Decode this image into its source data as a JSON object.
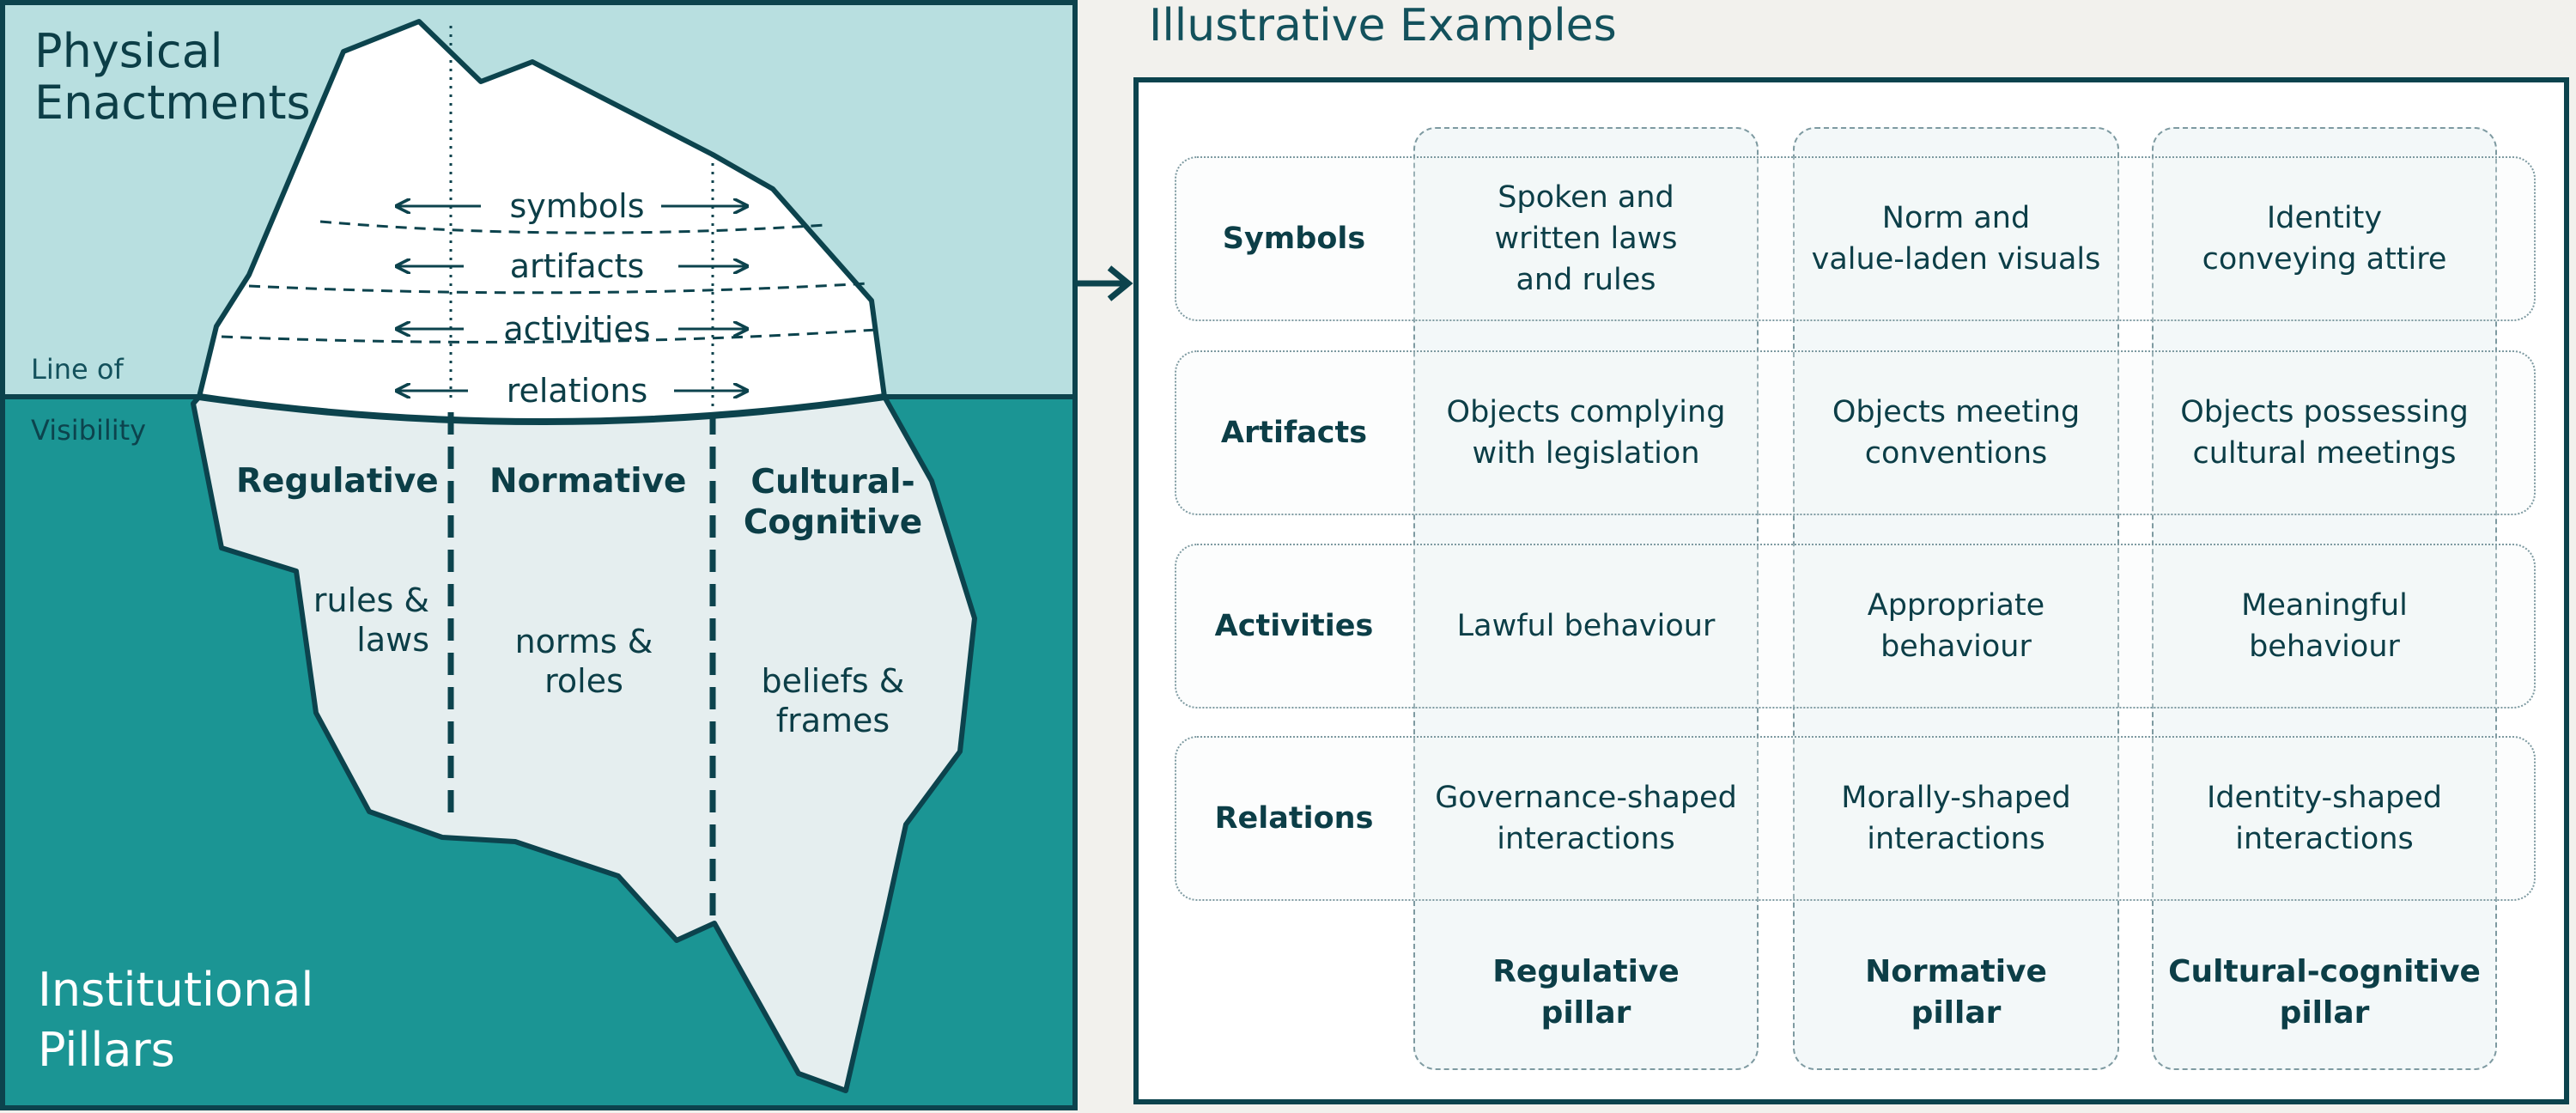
{
  "iceberg": {
    "top_label": "Physical\nEnactments",
    "line_label_1": "Line of",
    "line_label_2": "Visibility",
    "bottom_label": "Institutional\nPillars",
    "layers": [
      "symbols",
      "artifacts",
      "activities",
      "relations"
    ],
    "pillars": [
      {
        "name": "Regulative",
        "desc": "rules &\nlaws"
      },
      {
        "name": "Normative",
        "desc": "norms &\nroles"
      },
      {
        "name": "Cultural-\nCognitive",
        "desc": "beliefs &\nframes"
      }
    ]
  },
  "examples": {
    "title": "Illustrative Examples",
    "rows": [
      {
        "label": "Symbols",
        "cells": [
          "Spoken  and\nwritten laws\nand rules",
          "Norm and\nvalue-laden visuals",
          "Identity\nconveying attire"
        ]
      },
      {
        "label": "Artifacts",
        "cells": [
          "Objects complying\nwith legislation",
          "Objects meeting\nconventions",
          "Objects possessing\ncultural meetings"
        ]
      },
      {
        "label": "Activities",
        "cells": [
          "Lawful behaviour",
          "Appropriate\nbehaviour",
          "Meaningful\nbehaviour"
        ]
      },
      {
        "label": "Relations",
        "cells": [
          "Governance-shaped\ninteractions",
          "Morally-shaped\ninteractions",
          "Identity-shaped\ninteractions"
        ]
      }
    ],
    "pillars": [
      "Regulative\npillar",
      "Normative\npillar",
      "Cultural-cognitive\npillar"
    ]
  },
  "colors": {
    "sky": "#b8dfe0",
    "sea": "#1b9594",
    "ice_top": "#ffffff",
    "ice_under": "#e5eeef",
    "outline": "#0c434d",
    "text_dark": "#0c3e47",
    "text_light": "#ffffff"
  }
}
